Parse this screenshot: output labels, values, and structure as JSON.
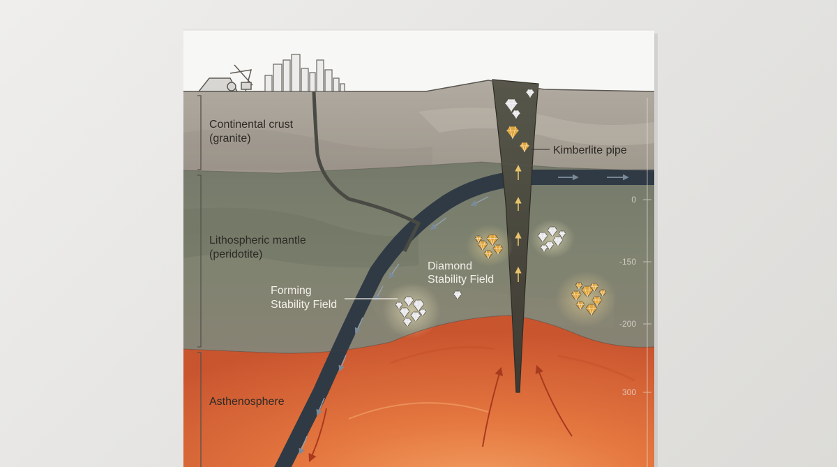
{
  "labels": {
    "crust_line1": "Continental crust",
    "crust_line2": "(granite)",
    "mantle_line1": "Lithospheric mantle",
    "mantle_line2": "(peridotite)",
    "asthenosphere": "Asthenosphere",
    "kimberlite": "Kimberlite pipe",
    "diamond_line1": "Diamond",
    "diamond_line2": "Stability Field",
    "forming_line1": "Forming",
    "forming_line2": "Stability Field"
  },
  "depth_scale": {
    "ticks": [
      "0",
      "-150",
      "-200",
      "300"
    ]
  },
  "colors": {
    "crust": "#a9a298",
    "mantle": "#7a7f6a",
    "asthenosphere": "#d9663a",
    "kimberlite": "#4a4a3c",
    "slab": "#2f3a45",
    "gold_diamond": "#e0a53a",
    "white_diamond": "#e6e6e8"
  }
}
